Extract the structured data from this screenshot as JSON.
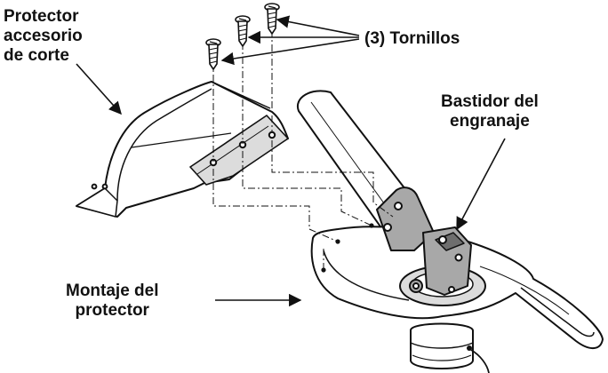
{
  "labels": {
    "protector_lines": [
      "Protector",
      "accesorio",
      "de corte"
    ],
    "screws": "(3) Tornillos",
    "gear_housing_lines": [
      "Bastidor del",
      "engranaje"
    ],
    "shield_mount_lines": [
      "Montaje del",
      "protector"
    ]
  },
  "colors": {
    "ink": "#111111",
    "part_fill": "#ffffff",
    "shade_light": "#dcdcdc",
    "shade_mid": "#a8a8a8",
    "shade_dark": "#6e6e6e"
  },
  "icons": {
    "screw": "screw-icon",
    "leader_arrow": "arrow-icon"
  }
}
